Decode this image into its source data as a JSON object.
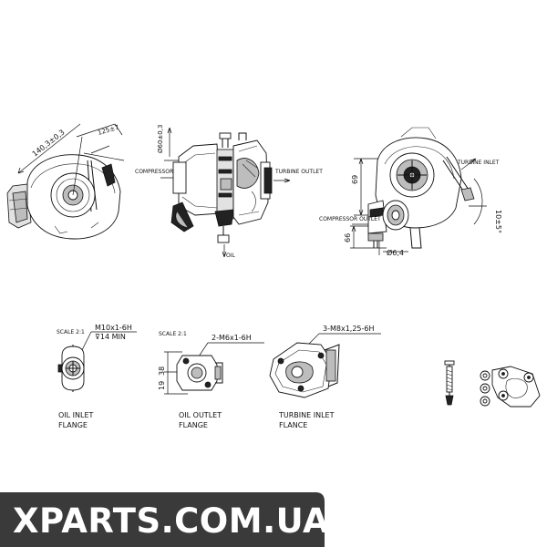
{
  "views": {
    "left": {
      "dim_radius": "140,3±0,3",
      "dim_angle": "125±7"
    },
    "center": {
      "dim_diameter": "Ø60±0,3",
      "compressor_label": "COMPRESSOR INLET",
      "turbine_label": "TURBINE OUTLET",
      "oil_label": "OIL"
    },
    "right": {
      "turbine_label": "TURBINE INLET",
      "compressor_label": "COMPRESSOR OUTLET",
      "dim_69": "69",
      "dim_angle": "10±5°",
      "dim_66": "66",
      "dim_644": "Ø6,4"
    }
  },
  "flanges": {
    "oil_inlet": {
      "scale": "SCALE 2:1",
      "thread": "M10x1-6H",
      "depth": "⊽14 MIN",
      "caption_line1": "OIL INLET",
      "caption_line2": "FLANGE"
    },
    "oil_outlet": {
      "scale": "SCALE 2:1",
      "thread": "2-M6x1-6H",
      "dim_38": "38",
      "dim_19": "19",
      "caption_line1": "OIL OUTLET",
      "caption_line2": "FLANGE"
    },
    "turbine_inlet": {
      "thread": "3-M8x1,25-6H",
      "caption_line1": "TURBINE INLET",
      "caption_line2": "FLANCE"
    }
  },
  "banner": {
    "text": "XPARTS.COM.UA",
    "background": "#3a3a3a",
    "text_color": "#ffffff"
  }
}
